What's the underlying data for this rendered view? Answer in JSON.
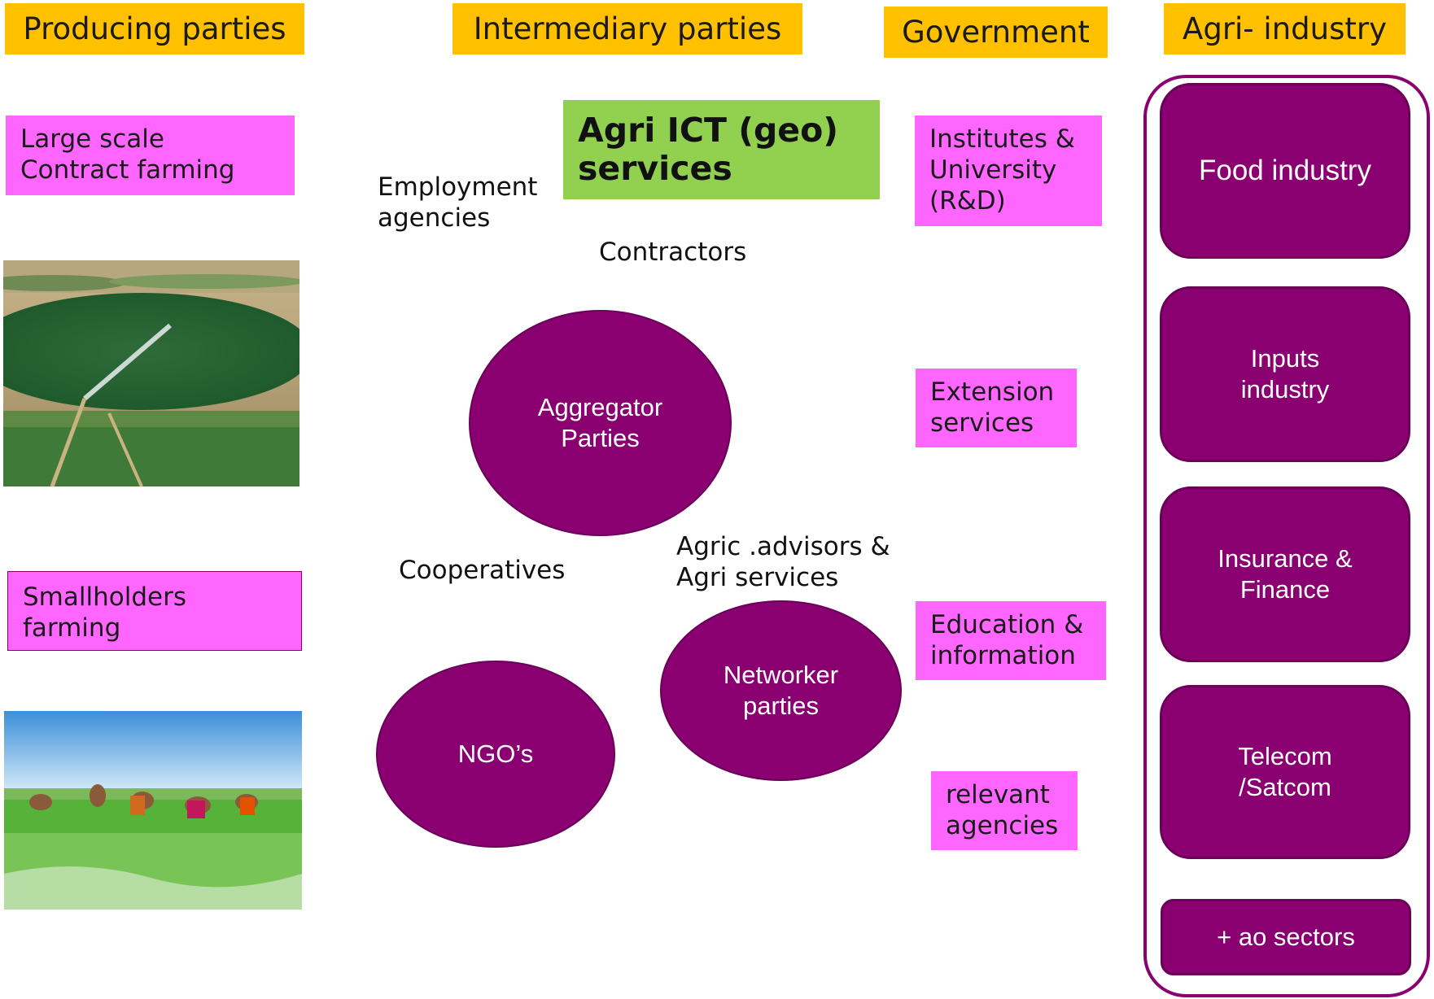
{
  "headers": {
    "producing": "Producing parties",
    "intermediary": "Intermediary parties",
    "government": "Government",
    "agri_industry": "Agri- industry"
  },
  "producing": {
    "large_scale": "Large scale\nContract farming",
    "smallholders": "Smallholders\nfarming"
  },
  "intermediary": {
    "agri_ict": "Agri ICT (geo)\nservices",
    "employment": "Employment\nagencies",
    "contractors": "Contractors",
    "aggregator": "Aggregator\nParties",
    "cooperatives": "Cooperatives",
    "advisors": "Agric .advisors &\nAgri services",
    "networker": "Networker\nparties",
    "ngos": "NGO’s"
  },
  "government": {
    "institutes": "Institutes &\nUniversity\n(R&D)",
    "extension": "Extension\nservices",
    "education": "Education &\ninformation",
    "agencies": "relevant\nagencies"
  },
  "industry": {
    "food": "Food industry",
    "inputs": "Inputs\nindustry",
    "insurance": "Insurance &\nFinance",
    "telecom": "Telecom\n/Satcom",
    "ao_sectors": "+ ao sectors"
  },
  "colors": {
    "header_bg": "#FFC000",
    "pink_box": "#FF66FF",
    "purple": "#8B0070",
    "green_box": "#92D050"
  }
}
